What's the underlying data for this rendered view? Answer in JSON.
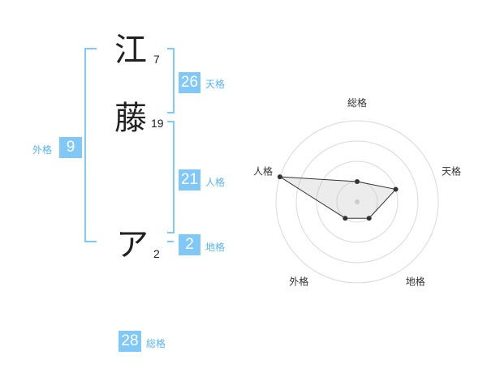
{
  "name": {
    "chars": [
      {
        "char": "江",
        "strokes": "7"
      },
      {
        "char": "藤",
        "strokes": "19"
      },
      {
        "char": "ア",
        "strokes": "2"
      }
    ]
  },
  "kaku": {
    "tenkaku": {
      "label": "天格",
      "value": "26"
    },
    "jinkaku": {
      "label": "人格",
      "value": "21"
    },
    "chikaku": {
      "label": "地格",
      "value": "2"
    },
    "gaikaku": {
      "label": "外格",
      "value": "9"
    },
    "soukaku": {
      "label": "総格",
      "value": "28"
    }
  },
  "colors": {
    "accent": "#7fc8f8",
    "bracket": "#7fc8f8",
    "grid": "#d9d9d9"
  },
  "chart_data": {
    "type": "radar",
    "axes": [
      "総格",
      "天格",
      "地格",
      "外格",
      "人格"
    ],
    "levels": 4,
    "values": [
      1,
      2,
      1,
      1,
      4
    ],
    "max": 4
  }
}
